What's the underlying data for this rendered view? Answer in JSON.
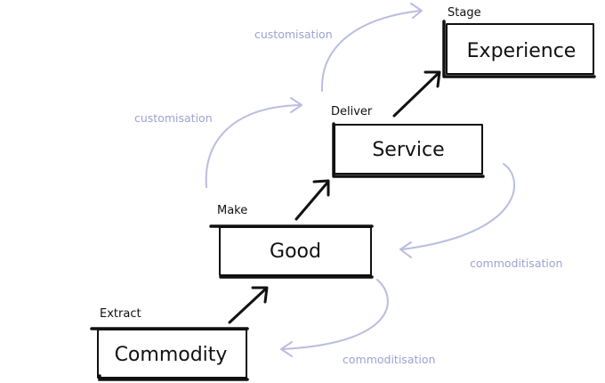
{
  "stages": [
    {
      "action": "Extract",
      "offering": "Commodity"
    },
    {
      "action": "Make",
      "offering": "Good"
    },
    {
      "action": "Deliver",
      "offering": "Service"
    },
    {
      "action": "Stage",
      "offering": "Experience"
    }
  ],
  "flows": {
    "customisation_upper": "customisation",
    "customisation_lower": "customisation",
    "commoditisation_upper": "commoditisation",
    "commoditisation_lower": "commoditisation"
  },
  "colors": {
    "ink": "#111111",
    "flow": "#b9bde0",
    "flow_text": "#9da3cf"
  }
}
